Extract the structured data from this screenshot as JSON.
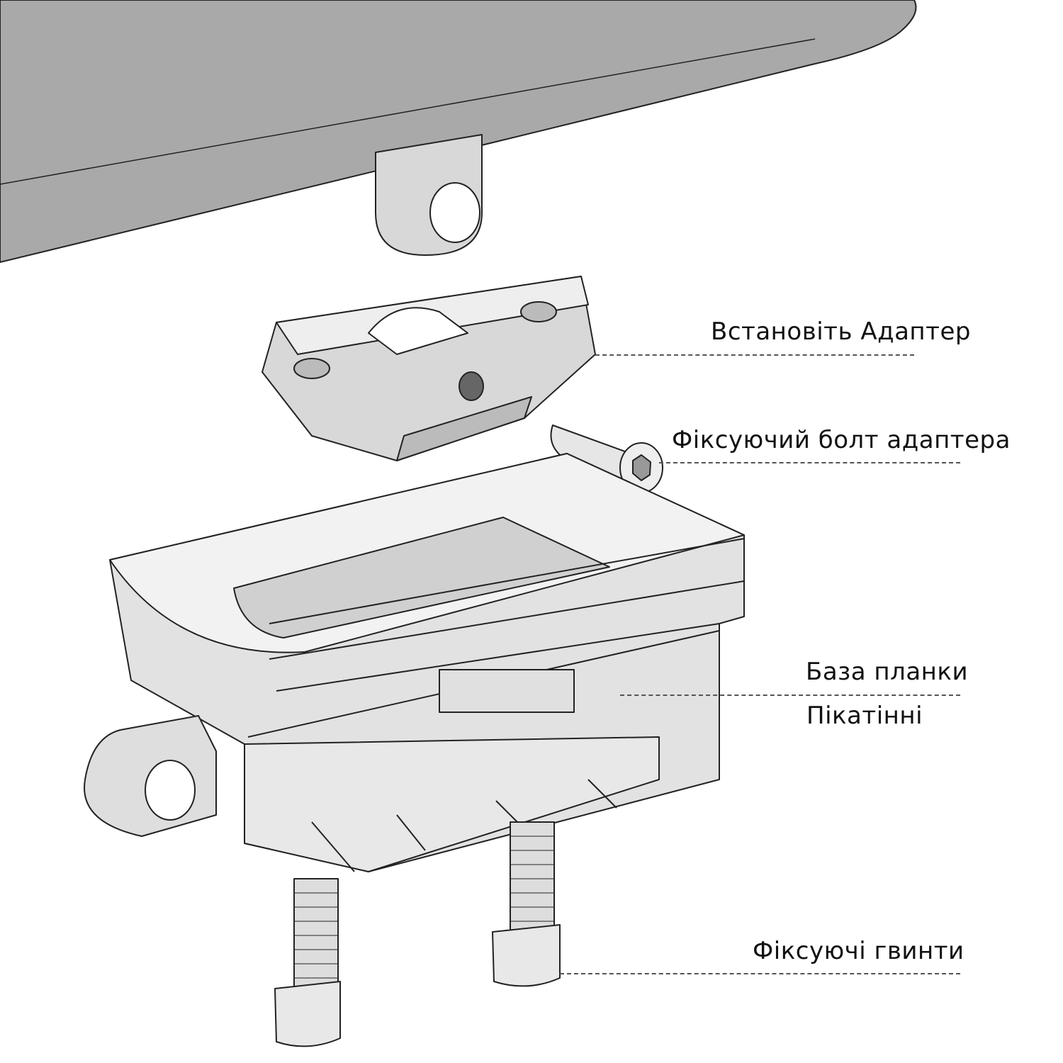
{
  "labels": {
    "adapter": "Встановіть Адаптер",
    "adapter_bolt": "Фіксуючий болт адаптера",
    "rail_base_line1": "База планки",
    "rail_base_line2": "Пікатінні",
    "screws": "Фіксуючі гвинти"
  },
  "colors": {
    "stock": "#a9a9a9",
    "part": "#d8d8d8",
    "part_light": "#eeeeee",
    "outline": "#222222"
  }
}
